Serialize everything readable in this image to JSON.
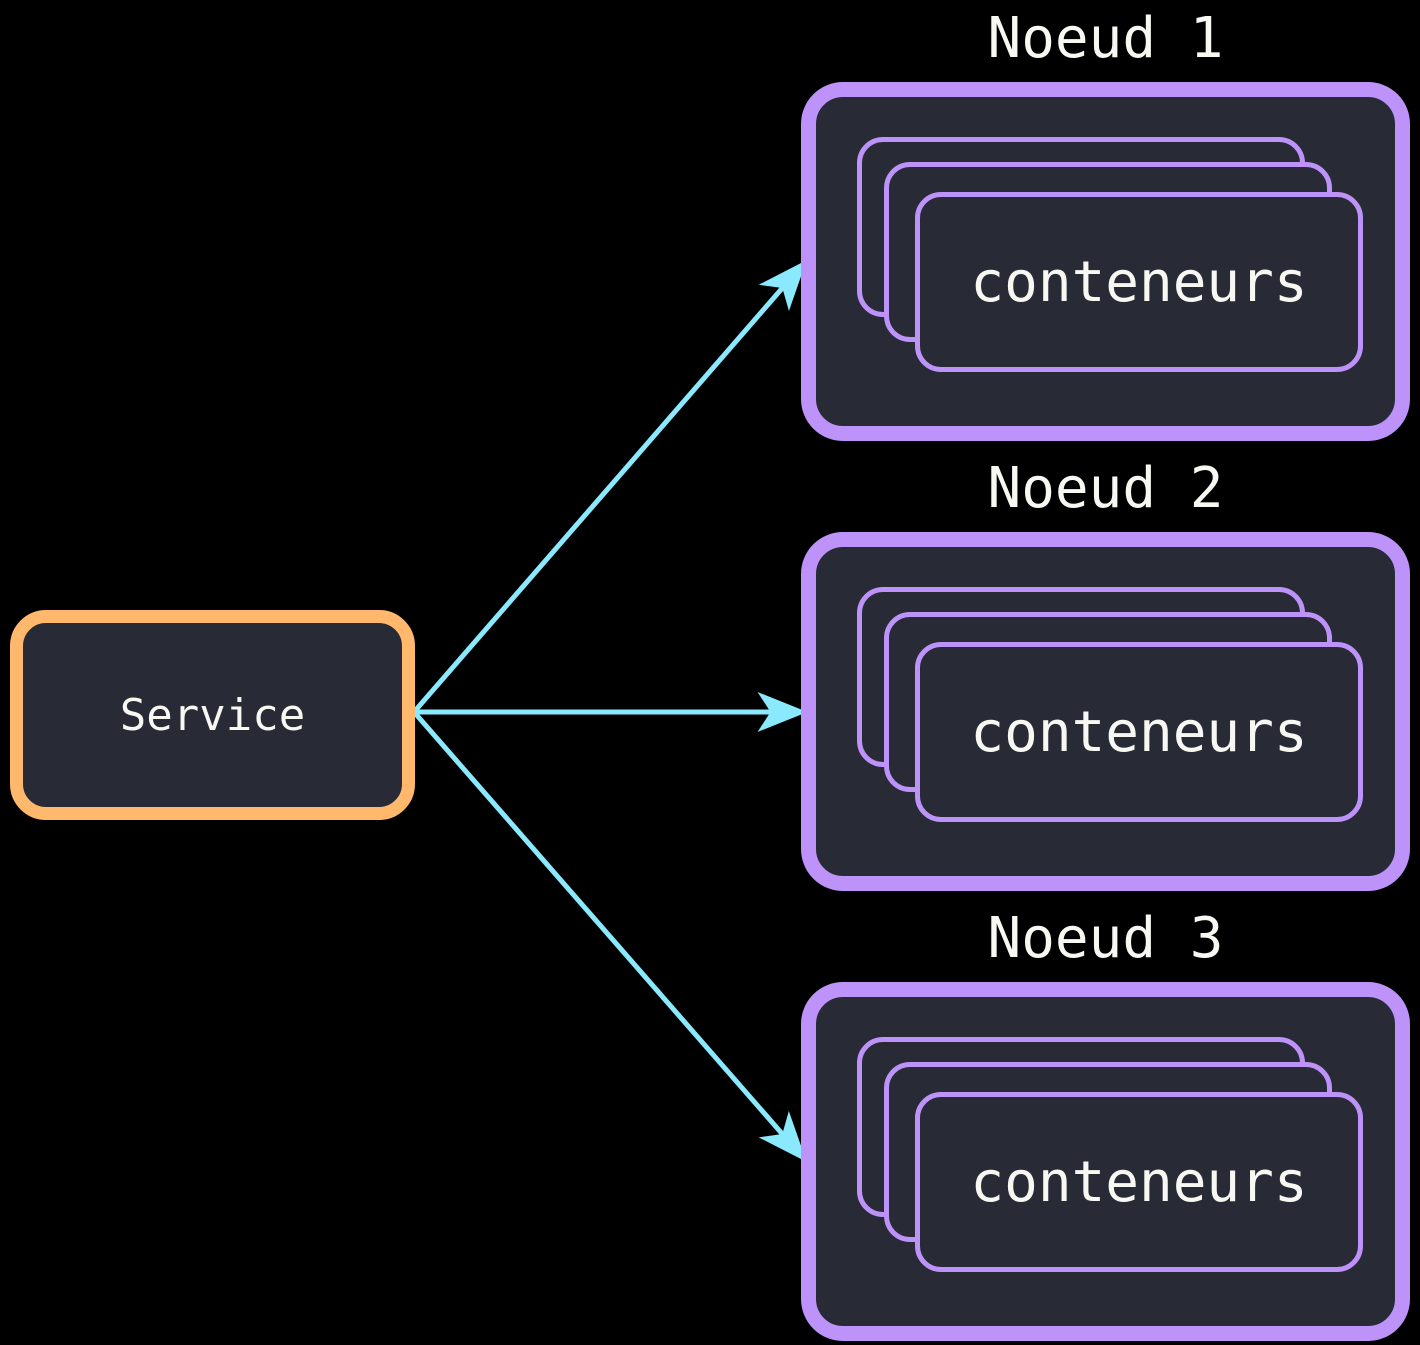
{
  "colors": {
    "background": "#000000",
    "box_fill": "#282A36",
    "orange": "#FFB86C",
    "purple": "#BD93F9",
    "cyan": "#8BE9FD",
    "text": "#F8F8F2"
  },
  "service": {
    "label": "Service"
  },
  "nodes": [
    {
      "label": "Noeud 1",
      "containers_label": "conteneurs"
    },
    {
      "label": "Noeud 2",
      "containers_label": "conteneurs"
    },
    {
      "label": "Noeud 3",
      "containers_label": "conteneurs"
    }
  ]
}
